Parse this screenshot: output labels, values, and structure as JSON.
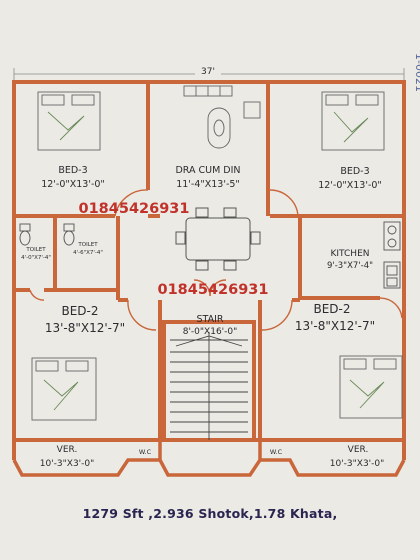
{
  "plan": {
    "overall_width": "37'",
    "rooms": {
      "bed3_left": {
        "name": "BED-3",
        "size": "12'-0\"X13'-0\""
      },
      "drawing": {
        "name": "DRA CUM DIN",
        "size": "11'-4\"X13'-5\""
      },
      "bed3_right": {
        "name": "BED-3",
        "size": "12'-0\"X13'-0\""
      },
      "toilet_a": {
        "name": "TOILET",
        "size": "4'-0\"X7'-4\""
      },
      "toilet_b": {
        "name": "TOILET",
        "size": "4'-6\"X7'-4\""
      },
      "kitchen": {
        "name": "KITCHEN",
        "size": "9'-3\"X7'-4\""
      },
      "bed2_left": {
        "name": "BED-2",
        "size": "13'-8\"X12'-7\""
      },
      "stair": {
        "name": "STAIR",
        "size": "8'-0\"X16'-0\""
      },
      "bed2_right": {
        "name": "BED-2",
        "size": "13'-8\"X12'-7\""
      },
      "ver_left": {
        "name": "VER.",
        "size": "10'-3\"X3'-0\""
      },
      "ver_right": {
        "name": "VER.",
        "size": "10'-3\"X3'-0\""
      },
      "wc_left": {
        "name": "W.C"
      },
      "wc_right": {
        "name": "W.C"
      }
    },
    "phone_top": "01845426931",
    "phone_mid": "01845426931",
    "side_text": "1-0021"
  },
  "caption": "1279 Sft ,2.936 Shotok,1.78 Khata,",
  "colors": {
    "wall": "#c9663a",
    "paper": "#ebeae4",
    "phone": "#c0322a",
    "text": "#2e2a30",
    "caption": "#2a2550"
  },
  "icons": [
    "bed-icon",
    "sofa-icon",
    "dining-table-icon",
    "toilet-icon",
    "stove-icon",
    "sink-icon"
  ]
}
